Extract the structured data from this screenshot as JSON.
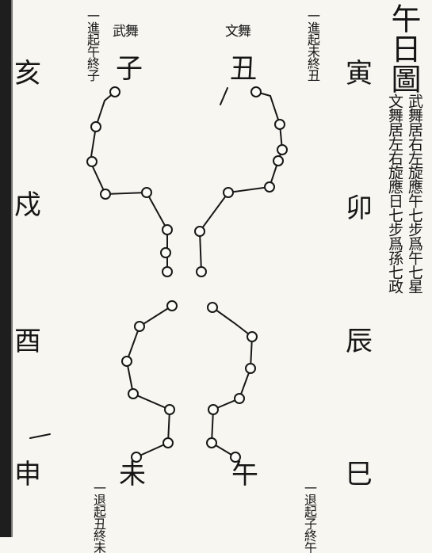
{
  "title": "午日圖",
  "note_lines": [
    "武舞居右左旋應午七步爲午七星",
    "文舞居左右旋應日七步爲孫七政"
  ],
  "top": {
    "wu_label": "武舞",
    "wen_label": "文舞",
    "left_seq": "一進起午終子",
    "right_seq": "一進起未終丑",
    "zi": "子",
    "chou": "丑"
  },
  "bottom": {
    "left_seq": "一退起丑終未",
    "right_seq": "一退起子終午",
    "wei": "未",
    "wu": "午"
  },
  "branches_left": {
    "hai": "亥",
    "xu": "戍",
    "you": "酉",
    "shen": "申"
  },
  "branches_right": {
    "yin": "寅",
    "mao": "卯",
    "chen": "辰",
    "si": "巳"
  }
}
